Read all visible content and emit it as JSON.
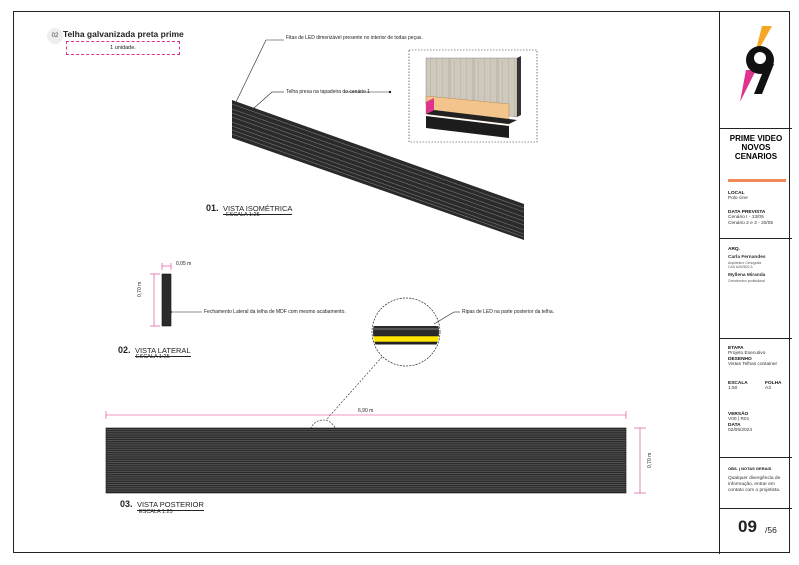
{
  "header": {
    "number": "02",
    "title": "Telha galvanizada preta prime",
    "quantity": "1 unidade."
  },
  "annotations": {
    "led_note": "Fitas de LED dimerizável presente no interior de todas peças.",
    "telha_note": "Telha presa na tapadeira do cenário 1",
    "fechamento_note": "Fechamento Lateral da telha de MDF com mesmo acabamento.",
    "ripas_note": "Ripas de LED na parte posterior da telha."
  },
  "views": {
    "isometric": {
      "number": "01.",
      "name": "VISTA ISOMÉTRICA",
      "scale": "ESCALA 1:25"
    },
    "lateral": {
      "number": "02.",
      "name": "VISTA LATERAL",
      "scale": "ESCALA 1:25"
    },
    "posterior": {
      "number": "03.",
      "name": "VISTA POSTERIOR",
      "scale": "ESCALA 1:25"
    }
  },
  "dimensions": {
    "width_small": "0,05 m",
    "height_lateral": "0,70 m",
    "length_posterior": "6,90 m",
    "height_posterior": "0,70 m"
  },
  "title_block": {
    "project_line1": "PRIME VIDEO",
    "project_line2": "NOVOS",
    "project_line3": "CENARIOS",
    "local_label": "LOCAL",
    "local_value": "Polo cine",
    "data_label": "DATA PREVISTA",
    "data_value1": "Cenário I - 13/05",
    "data_value2": "Cenário 2 e 3 - 20/05",
    "arq_label": "ARQ.",
    "arq_name1": "Carla Fernandes",
    "arq_role1": "Arquiteta e Cenógrafa",
    "arq_cau": "CAU A262822-5",
    "arq_name2": "Myllena Miranda",
    "arq_role2": "Cenotécnico profissional",
    "etapa_label": "ETAPA",
    "etapa_value": "Projeto Executivo",
    "desenho_label": "DESENHO",
    "desenho_value": "Vistas Telhas container",
    "escala_label": "ESCALA",
    "escala_value": "1:50",
    "folha_label": "FOLHA",
    "folha_value": "A3",
    "versao_label": "VERSÃO",
    "versao_value": "V00 | R01",
    "data2_label": "DATA",
    "data2_value": "02/05/2024",
    "obs_label": "OBS. | NOTAS GERAIS",
    "obs_value": "Qualquer divergência de informação, entrar em contato com o projetista.",
    "page_current": "09",
    "page_total": "/56"
  },
  "colors": {
    "accent_pink": "#e0338e",
    "accent_orange": "#f28a5a",
    "led_yellow": "#ffe600",
    "metal_dark": "#2b2b2b"
  }
}
